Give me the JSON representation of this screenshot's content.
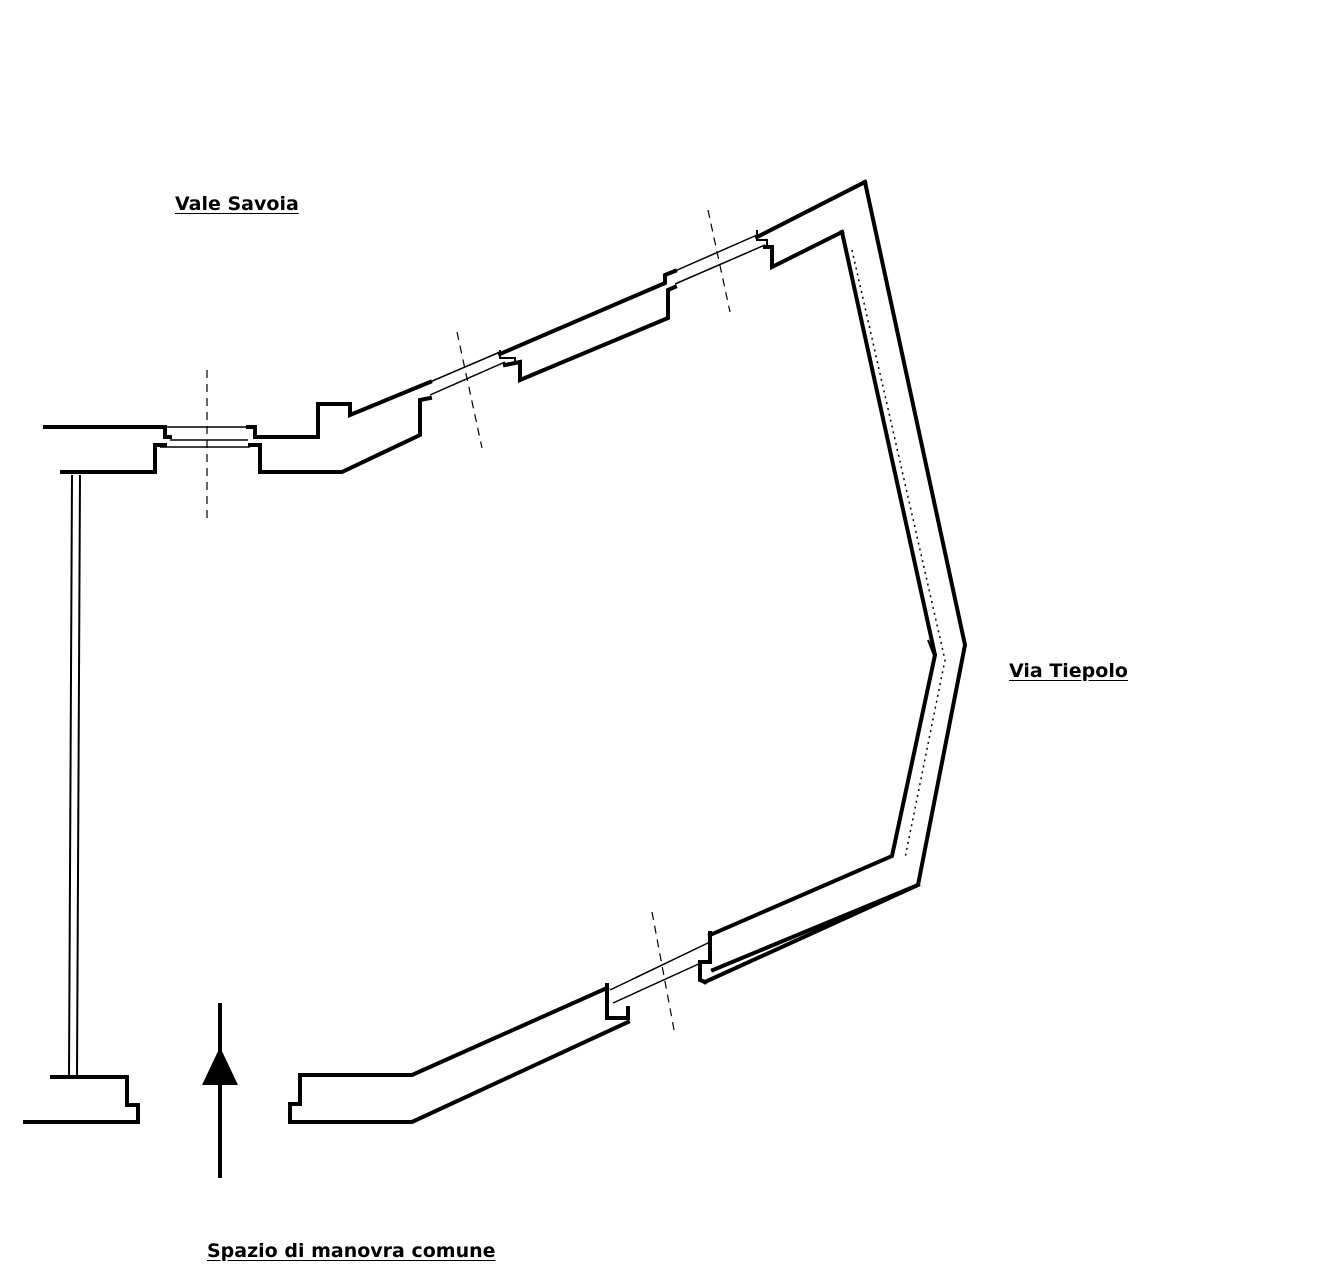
{
  "labels": {
    "north_street": "Vale Savoia",
    "east_street": "Via Tiepolo",
    "south_area": "Spazio di manovra comune"
  },
  "colors": {
    "ink": "#000000",
    "paper": "#ffffff"
  },
  "icons": {
    "entrance": "arrow-up-icon"
  }
}
